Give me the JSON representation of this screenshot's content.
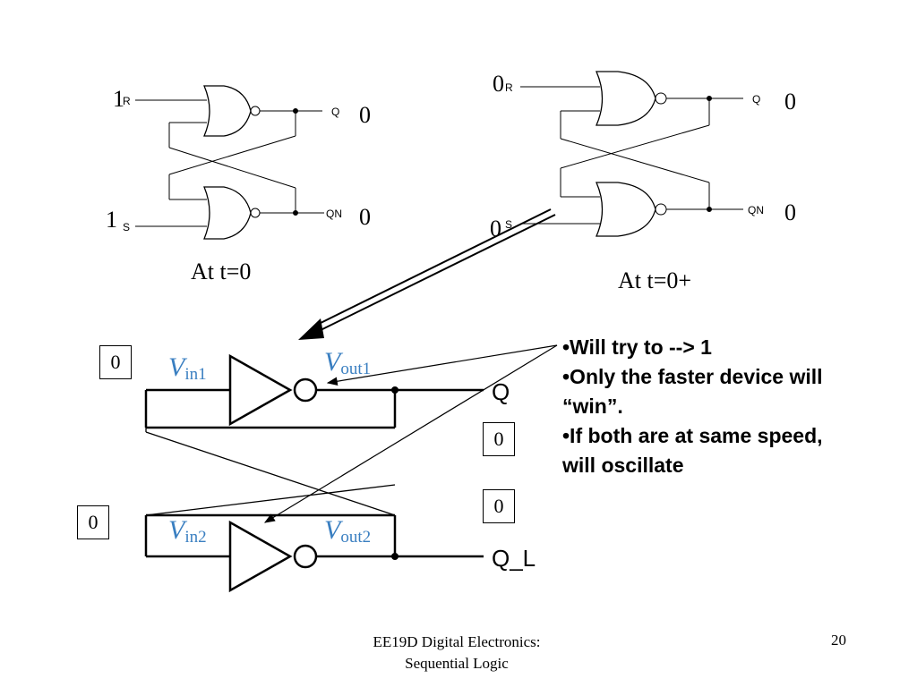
{
  "latch_t0": {
    "caption": "At t=0",
    "r_input_value": "1",
    "s_input_value": "1",
    "q_output_value": "0",
    "qn_output_value": "0",
    "r_label": "R",
    "s_label": "S",
    "q_label": "Q",
    "qn_label": "QN"
  },
  "latch_t0plus": {
    "caption": "At t=0+",
    "r_input_value": "0",
    "s_input_value": "0",
    "q_output_value": "0",
    "qn_output_value": "0",
    "r_label": "R",
    "s_label": "S",
    "q_label": "Q",
    "qn_label": "QN"
  },
  "inverter_loop": {
    "vin1_value": "0",
    "vin2_value": "0",
    "vout1_value": "0",
    "vout2_value": "0",
    "q_label": "Q",
    "ql_label": "Q_L",
    "vin1_main": "V",
    "vin1_sub": "in1",
    "vout1_main": "V",
    "vout1_sub": "out1",
    "vin2_main": "V",
    "vin2_sub": "in2",
    "vout2_main": "V",
    "vout2_sub": "out2"
  },
  "bullets": [
    "•Will try to --> 1",
    "•Only the faster device will “win”.",
    "•If both are at same speed, will oscillate"
  ],
  "footer": {
    "line1": "EE19D Digital Electronics:",
    "line2": "Sequential Logic",
    "page_number": "20"
  },
  "colors": {
    "signal_label": "#3a7fc1"
  }
}
